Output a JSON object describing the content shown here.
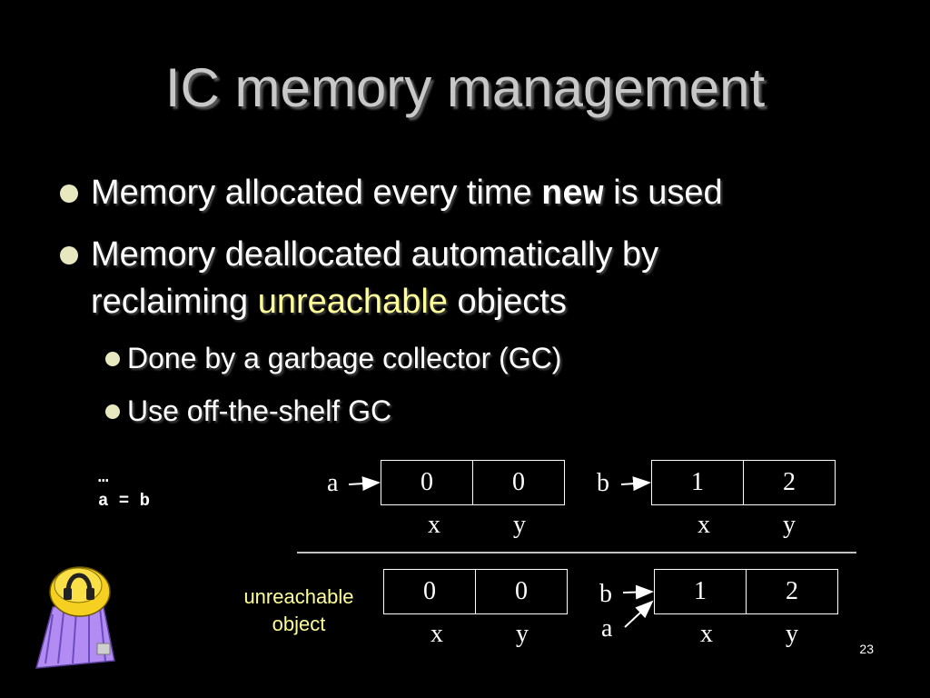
{
  "slide": {
    "title": "IC memory management",
    "bullet1": {
      "pre": "Memory allocated every time ",
      "code": "new",
      "post": " is used"
    },
    "bullet2": {
      "line1": "Memory deallocated automatically by",
      "pre": "reclaiming ",
      "highlight": "unreachable",
      "post": " objects"
    },
    "sub1": "Done by a garbage collector (GC)",
    "sub2": "Use off-the-shelf GC",
    "page_number": "23"
  },
  "code": {
    "line1": "…",
    "line2": "a = b"
  },
  "diagram": {
    "top": {
      "obj_a": {
        "label": "a",
        "x": "0",
        "y": "0",
        "x_name": "x",
        "y_name": "y"
      },
      "obj_b": {
        "label": "b",
        "x": "1",
        "y": "2",
        "x_name": "x",
        "y_name": "y"
      }
    },
    "bottom": {
      "caption_line1": "unreachable",
      "caption_line2": "object",
      "obj_old": {
        "x": "0",
        "y": "0",
        "x_name": "x",
        "y_name": "y"
      },
      "obj_b": {
        "label_b": "b",
        "label_a": "a",
        "x": "1",
        "y": "2",
        "x_name": "x",
        "y_name": "y"
      }
    }
  },
  "colors": {
    "background": "#000000",
    "title": "#c8c8c8",
    "highlight": "#ffff99",
    "bullet": "#e8e8c0"
  },
  "icons": [
    "bullet-dot-icon",
    "arrow-icon",
    "trash-can-icon"
  ]
}
